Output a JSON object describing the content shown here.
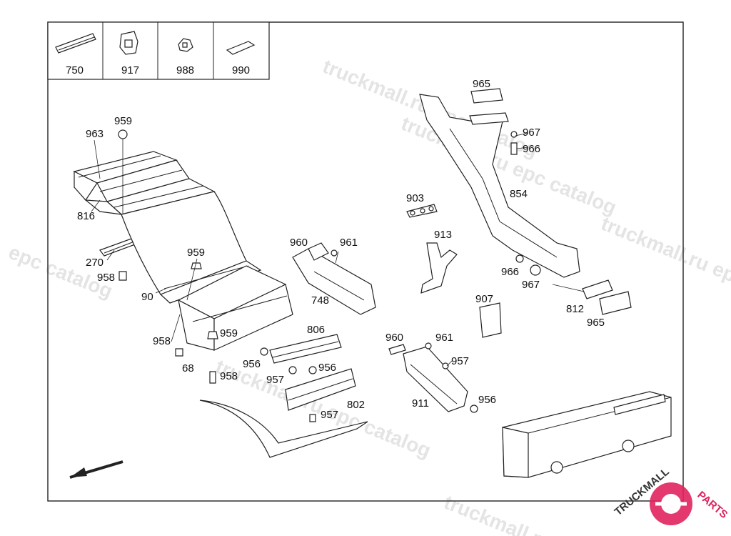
{
  "legend": [
    {
      "number": "750",
      "icon": "strip-icon"
    },
    {
      "number": "917",
      "icon": "clip-icon"
    },
    {
      "number": "988",
      "icon": "clamp-icon"
    },
    {
      "number": "990",
      "icon": "pad-icon"
    }
  ],
  "callouts": {
    "c963": "963",
    "c959a": "959",
    "c816": "816",
    "c270": "270",
    "c958a": "958",
    "c90": "90",
    "c959b": "959",
    "c958b": "958",
    "c68": "68",
    "c959c": "959",
    "c958c": "958",
    "c960a": "960",
    "c961a": "961",
    "c748": "748",
    "c806": "806",
    "c956a": "956",
    "c957a": "957",
    "c956b": "956",
    "c802": "802",
    "c957b": "957",
    "c903": "903",
    "c913": "913",
    "c965a": "965",
    "c967a": "967",
    "c966a": "966",
    "c854": "854",
    "c966b": "966",
    "c967b": "967",
    "c907": "907",
    "c812": "812",
    "c965b": "965",
    "c960b": "960",
    "c961b": "961",
    "c957c": "957",
    "c911": "911",
    "c956c": "956"
  },
  "watermark": {
    "text1": "truckmall.ru epc catalog",
    "text2": "truckmall.ru epc catalog",
    "text3": "truckmall.ru epc catalog",
    "text4": "truckmall.ru epc catalog",
    "text5": "epc catalog",
    "text6": "truckmall.ru"
  },
  "logo": {
    "text_dark": "TRUCKMALL",
    "text_accent": "PARTS",
    "accent_color": "#e0245e"
  },
  "colors": {
    "line": "#222222",
    "watermark": "#cfcfcf",
    "background": "#ffffff"
  }
}
